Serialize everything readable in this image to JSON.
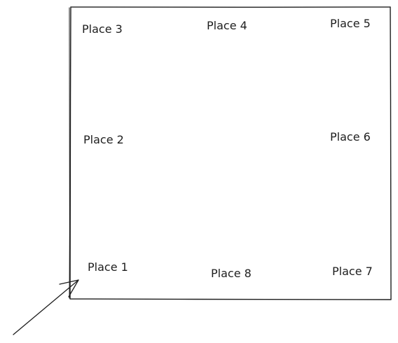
{
  "diagram": {
    "places": {
      "place_1": "Place 1",
      "place_2": "Place 2",
      "place_3": "Place 3",
      "place_4": "Place 4",
      "place_5": "Place 5",
      "place_6": "Place 6",
      "place_7": "Place 7",
      "place_8": "Place 8"
    },
    "colors": {
      "stroke": "#1e1e1e",
      "background": "#ffffff"
    }
  }
}
